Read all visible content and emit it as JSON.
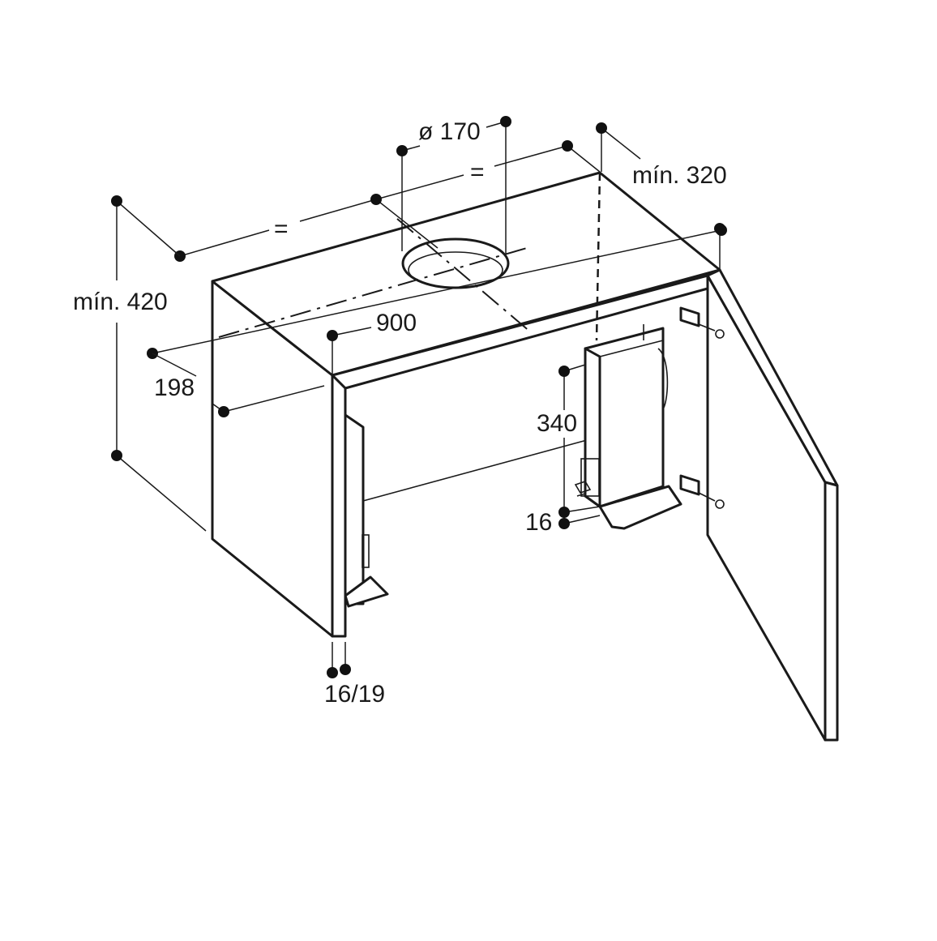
{
  "labels": {
    "diameter": "ø 170",
    "equal_top": "=",
    "equal_left": "=",
    "min_depth": "mín. 320",
    "min_height": "mín. 420",
    "width": "900",
    "offset": "198",
    "bracket_height": "340",
    "bracket_gap": "16",
    "panel_thickness": "16/19"
  },
  "colors": {
    "line": "#1a1a1a",
    "background": "#ffffff"
  }
}
